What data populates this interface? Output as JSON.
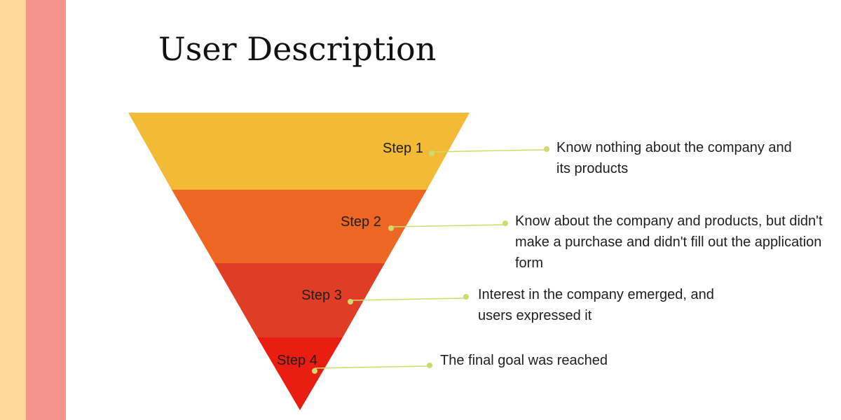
{
  "title": "User Description",
  "colors": {
    "stripe_left": "#FFD89A",
    "stripe_right": "#F5948C",
    "connector": "#CDDB6E",
    "steps": [
      "#F3BA36",
      "#EE6623",
      "#E03D27",
      "#EA1D12"
    ]
  },
  "steps": [
    {
      "label": "Step 1",
      "description": "Know nothing about the company and its products"
    },
    {
      "label": "Step 2",
      "description": "Know about the company and products, but didn't make a purchase and didn't fill out the application form"
    },
    {
      "label": "Step 3",
      "description": "Interest in the company emerged, and users expressed it"
    },
    {
      "label": "Step 4",
      "description": "The final goal was reached"
    }
  ]
}
